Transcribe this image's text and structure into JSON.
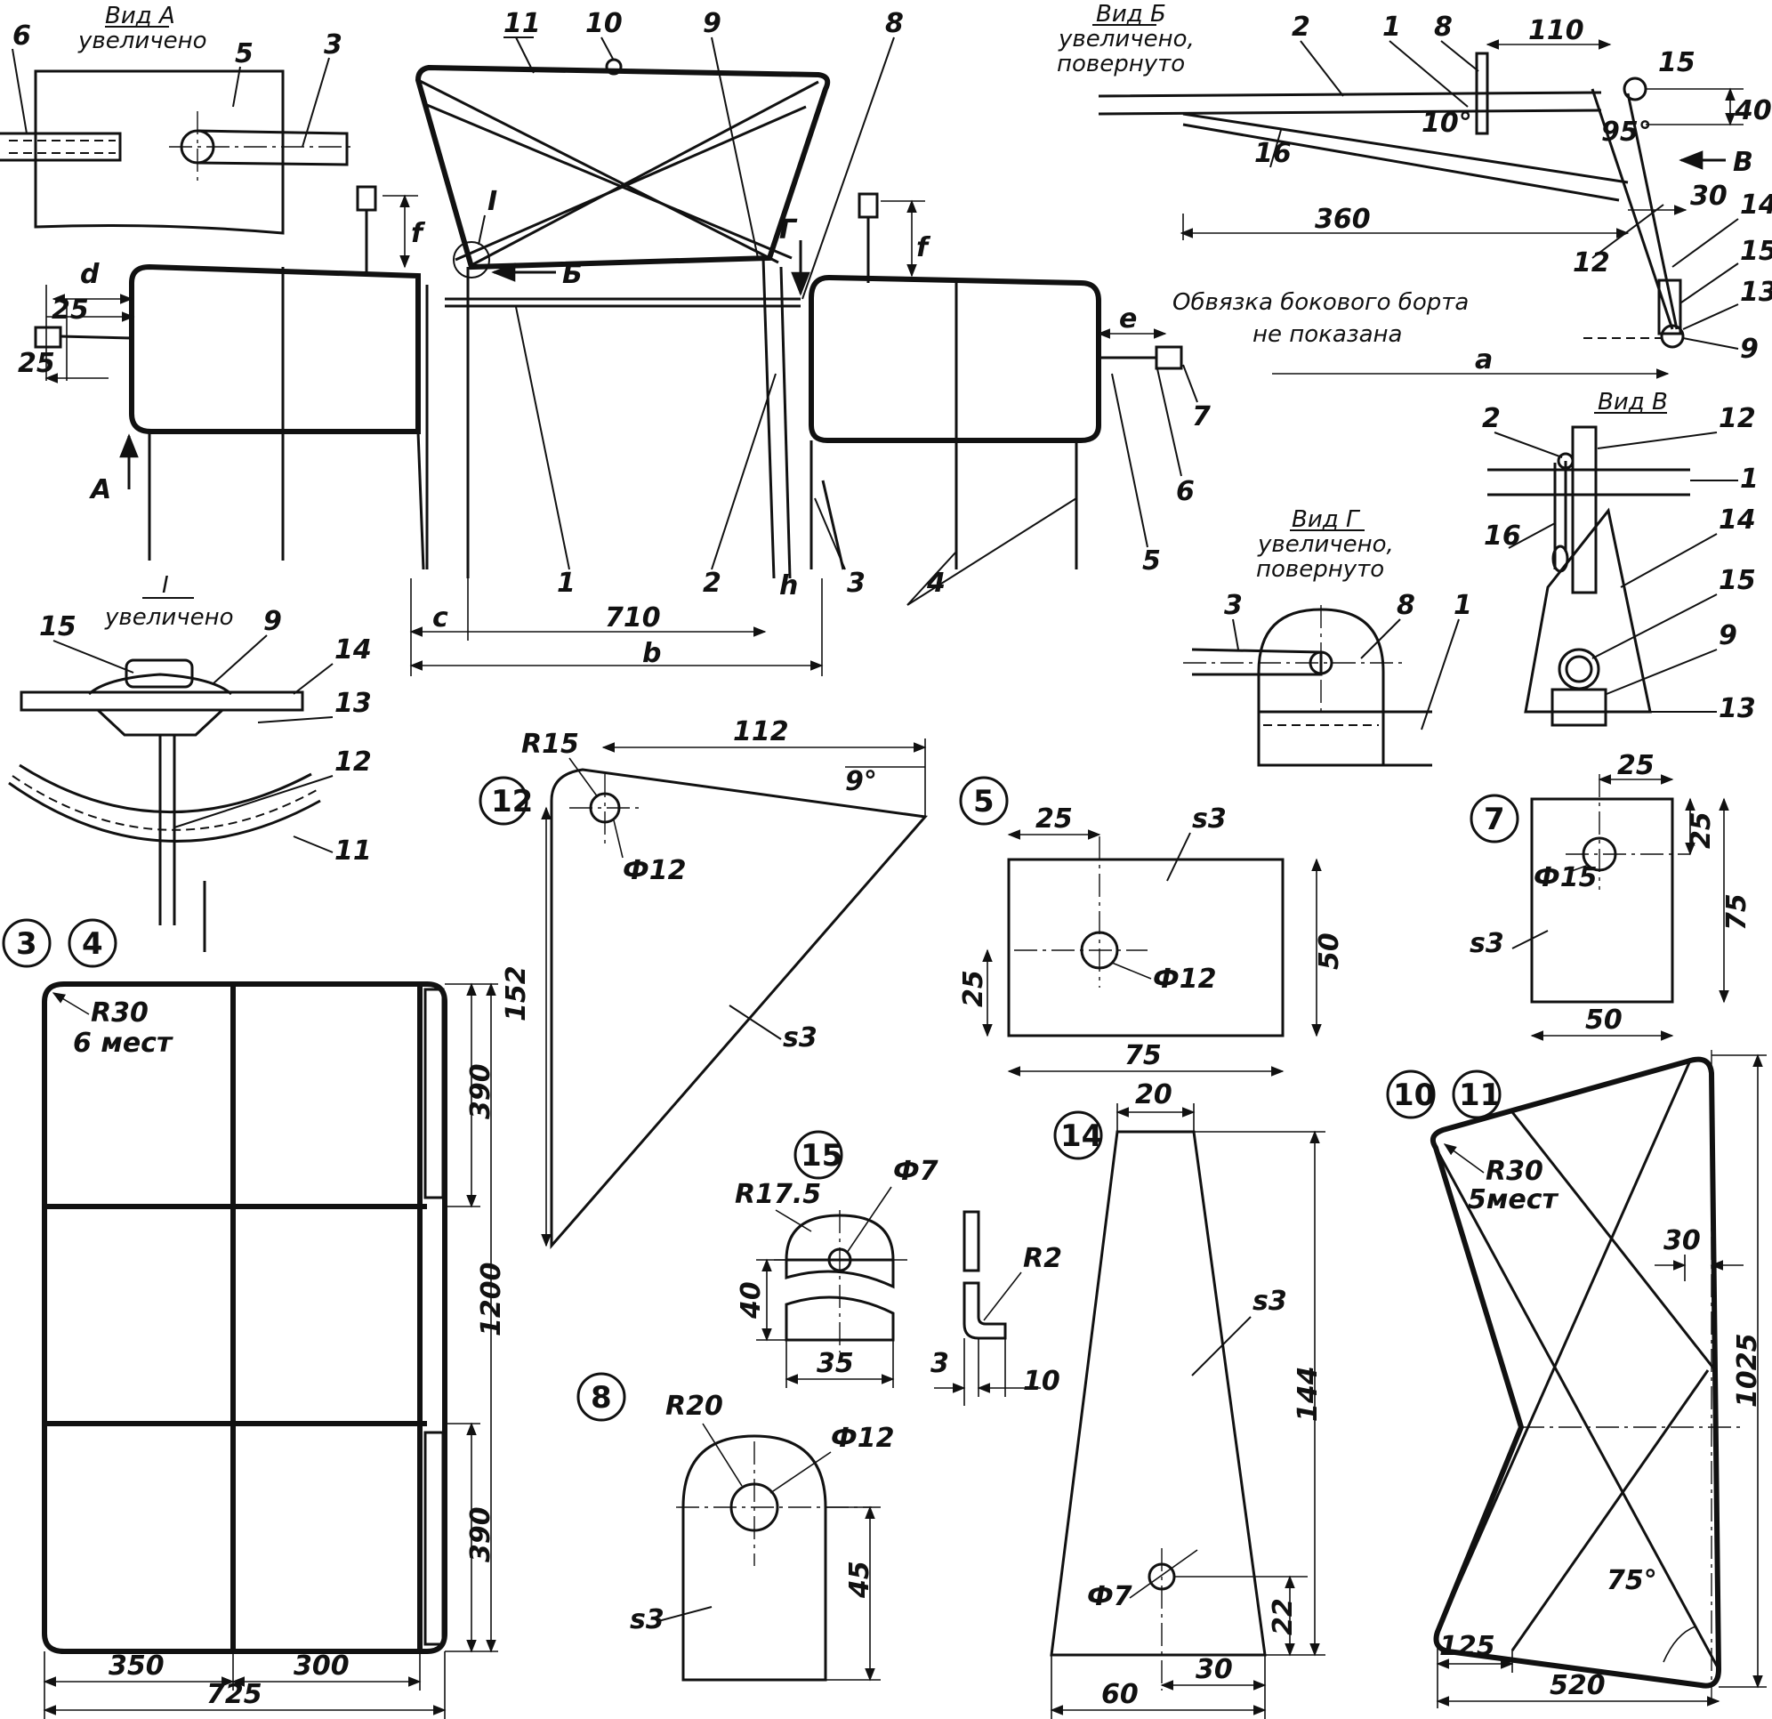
{
  "views": {
    "view_a": {
      "title": "Вид А",
      "sub": "увеличено"
    },
    "view_b": {
      "title": "Вид Б",
      "sub1": "увеличено,",
      "sub2": "повернуто"
    },
    "view_v": {
      "title": "Вид В"
    },
    "view_g": {
      "title": "Вид Г",
      "sub1": "увеличено,",
      "sub2": "повернуто"
    },
    "view_i": {
      "title": "I",
      "sub": "увеличено"
    }
  },
  "notes": {
    "side_line1": "Обвязка бокового борта",
    "side_line2": "не показана"
  },
  "markers": {
    "a": "А",
    "b_arrow": "Б",
    "v_arrow": "В",
    "g": "Г",
    "i": "I"
  },
  "letters": {
    "a": "a",
    "b": "b",
    "c": "c",
    "d": "d",
    "e": "e",
    "f": "f",
    "h": "h"
  },
  "parts": {
    "p1": "1",
    "p2": "2",
    "p3": "3",
    "p4": "4",
    "p5": "5",
    "p6": "6",
    "p7": "7",
    "p8": "8",
    "p9": "9",
    "p10": "10",
    "p11": "11",
    "p12": "12",
    "p13": "13",
    "p14": "14",
    "p15": "15",
    "p16": "16"
  },
  "dims": {
    "d710": "710",
    "d25": "25",
    "d110": "110",
    "d15": "15",
    "d40": "40",
    "d95deg": "95°",
    "d10deg": "10°",
    "d360": "360",
    "d30": "30",
    "d112": "112",
    "r15": "R15",
    "d9deg": "9°",
    "phi12": "Ф12",
    "d152": "152",
    "s3": "s3",
    "d50": "50",
    "d75": "75",
    "phi15": "Ф15",
    "r30_6": "R30",
    "mest6": "6 мест",
    "d390": "390",
    "d1200": "1200",
    "d350": "350",
    "d300": "300",
    "d725": "725",
    "r175": "R17.5",
    "phi7": "Ф7",
    "d35": "35",
    "r2": "R2",
    "d3": "3",
    "d10": "10",
    "r20": "R20",
    "d45": "45",
    "d20": "20",
    "d144": "144",
    "d22": "22",
    "d60": "60",
    "r30_5": "R30",
    "mest5": "5мест",
    "d1025": "1025",
    "d125": "125",
    "d520": "520",
    "d75deg": "75°"
  }
}
